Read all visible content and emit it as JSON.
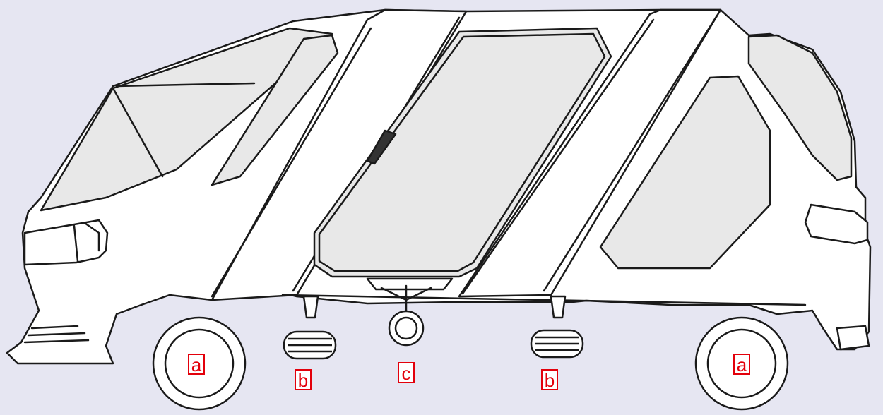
{
  "colors": {
    "background": "#e6e6f2",
    "outline": "#1a1a1a",
    "body_fill": "#ffffff",
    "glass_fill": "#e8e8e8",
    "callout_color": "#e3000b"
  },
  "callouts": [
    {
      "id": "front-wheel",
      "label": "a"
    },
    {
      "id": "front-pad",
      "label": "b"
    },
    {
      "id": "center-caster",
      "label": "c"
    },
    {
      "id": "rear-pad",
      "label": "b"
    },
    {
      "id": "rear-wheel",
      "label": "a"
    }
  ]
}
